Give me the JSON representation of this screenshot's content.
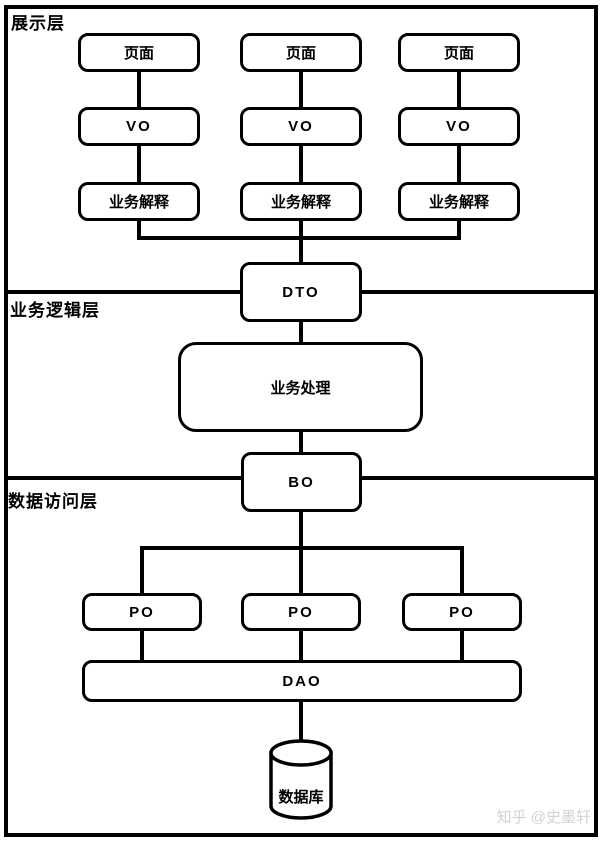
{
  "diagram": {
    "background": "#ffffff",
    "line_color": "#000000",
    "watermark_color": "#d2d2d2",
    "layers": [
      {
        "label": "展示层"
      },
      {
        "label": "业务逻辑层"
      },
      {
        "label": "数据访问层"
      }
    ],
    "presentation_columns": [
      {
        "page": "页面",
        "vo": "VO",
        "interpret": "业务解释"
      },
      {
        "page": "页面",
        "vo": "VO",
        "interpret": "业务解释"
      },
      {
        "page": "页面",
        "vo": "VO",
        "interpret": "业务解释"
      }
    ],
    "nodes": {
      "dto": "DTO",
      "business_process": "业务处理",
      "bo": "BO",
      "po_boxes": [
        "PO",
        "PO",
        "PO"
      ],
      "dao": "DAO",
      "database": "数据库"
    },
    "watermark": "知乎 @史墨轩"
  }
}
